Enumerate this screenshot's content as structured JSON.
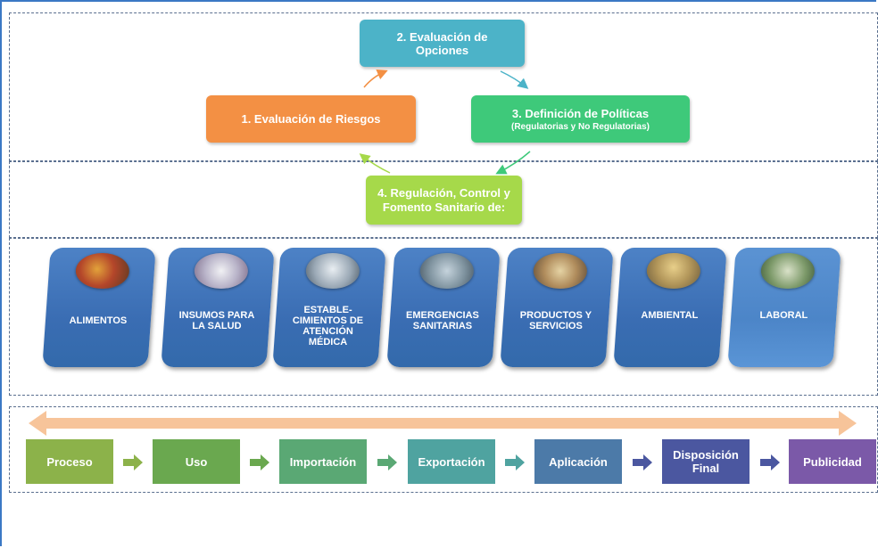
{
  "cycle": {
    "step2": "2. Evaluación de Opciones",
    "step1": "1. Evaluación de Riesgos",
    "step3_title": "3. Definición de Políticas",
    "step3_sub": "(Regulatorias  y No Regulatorias)",
    "step4": "4. Regulación, Control y Fomento Sanitario de:"
  },
  "categories": [
    {
      "label": "ALIMENTOS",
      "icon": "food-photo-icon"
    },
    {
      "label": "INSUMOS PARA LA SALUD",
      "icon": "medicines-photo-icon"
    },
    {
      "label": "ESTABLE-CIMIENTOS DE ATENCIÓN  MÉDICA",
      "icon": "hospital-photo-icon"
    },
    {
      "label": "EMERGENCIAS SANITARIAS",
      "icon": "flood-photo-icon"
    },
    {
      "label": "PRODUCTOS Y SERVICIOS",
      "icon": "market-photo-icon"
    },
    {
      "label": "AMBIENTAL",
      "icon": "city-smog-photo-icon"
    },
    {
      "label": "LABORAL",
      "icon": "worker-photo-icon"
    }
  ],
  "process_steps": [
    {
      "label": "Proceso",
      "color": "#8cb24a"
    },
    {
      "label": "Uso",
      "color": "#6aa84f"
    },
    {
      "label": "Importación",
      "color": "#5aa874"
    },
    {
      "label": "Exportación",
      "color": "#4fa3a0"
    },
    {
      "label": "Aplicación",
      "color": "#4c7aa8"
    },
    {
      "label": "Disposición Final",
      "color": "#4b57a0"
    },
    {
      "label": "Publicidad",
      "color": "#7b59a8"
    }
  ],
  "colors": {
    "step1": "#f39044",
    "step2": "#4cb3c8",
    "step3": "#3ec97a",
    "step4": "#a6d94a",
    "double_arrow": "#f7c49a",
    "category_pill": "#3f74b8"
  }
}
